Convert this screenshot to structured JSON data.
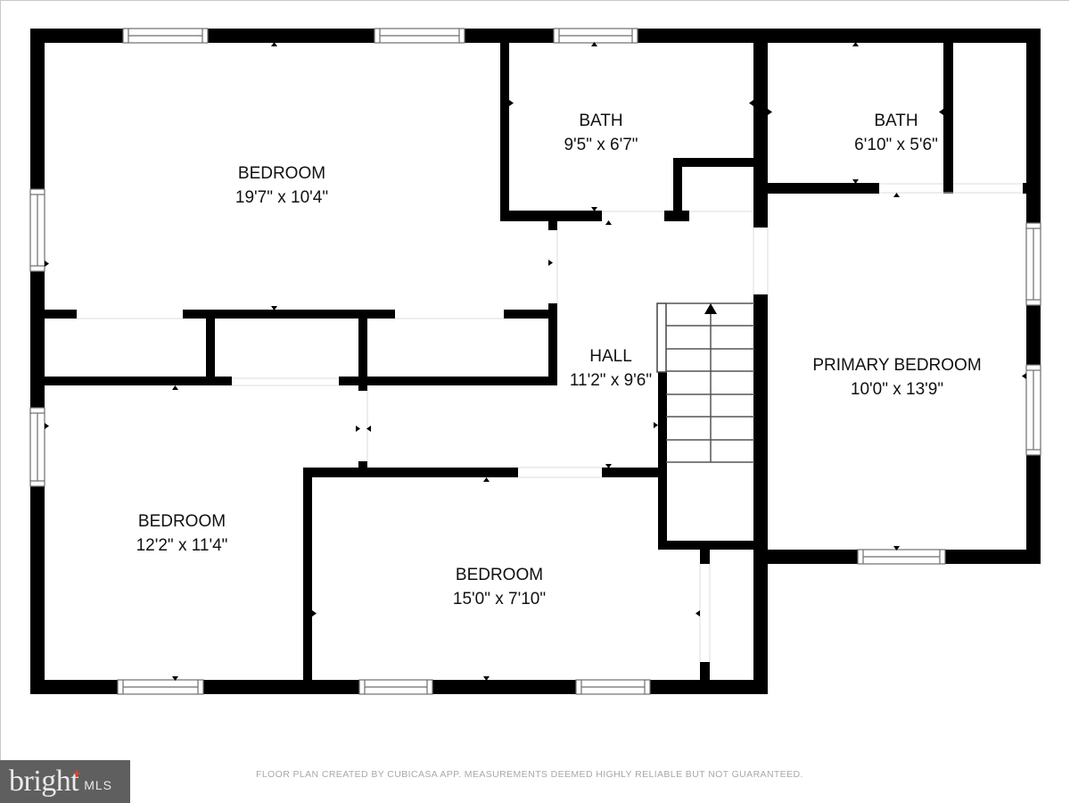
{
  "plan": {
    "rooms": [
      {
        "id": "bedroom-1",
        "name": "BEDROOM",
        "dimensions": "19'7\" x 10'4\""
      },
      {
        "id": "bath-1",
        "name": "BATH",
        "dimensions": "9'5\" x 6'7\""
      },
      {
        "id": "bath-2",
        "name": "BATH",
        "dimensions": "6'10\" x 5'6\""
      },
      {
        "id": "hall",
        "name": "HALL",
        "dimensions": "11'2\" x 9'6\""
      },
      {
        "id": "primary-bedroom",
        "name": "PRIMARY BEDROOM",
        "dimensions": "10'0\" x 13'9\""
      },
      {
        "id": "bedroom-2",
        "name": "BEDROOM",
        "dimensions": "12'2\" x 11'4\""
      },
      {
        "id": "bedroom-3",
        "name": "BEDROOM",
        "dimensions": "15'0\" x 7'10\""
      }
    ],
    "colors": {
      "wall": "#000000",
      "background": "#ffffff",
      "window": "#6e6e6e"
    }
  },
  "branding": {
    "logo_word": "bright",
    "logo_suffix": "MLS",
    "logo_bg": "#5f5f5f",
    "logo_accent": "#d9482c"
  },
  "footer": {
    "disclaimer": "FLOOR PLAN CREATED BY CUBICASA APP. MEASUREMENTS DEEMED HIGHLY RELIABLE BUT NOT GUARANTEED."
  }
}
